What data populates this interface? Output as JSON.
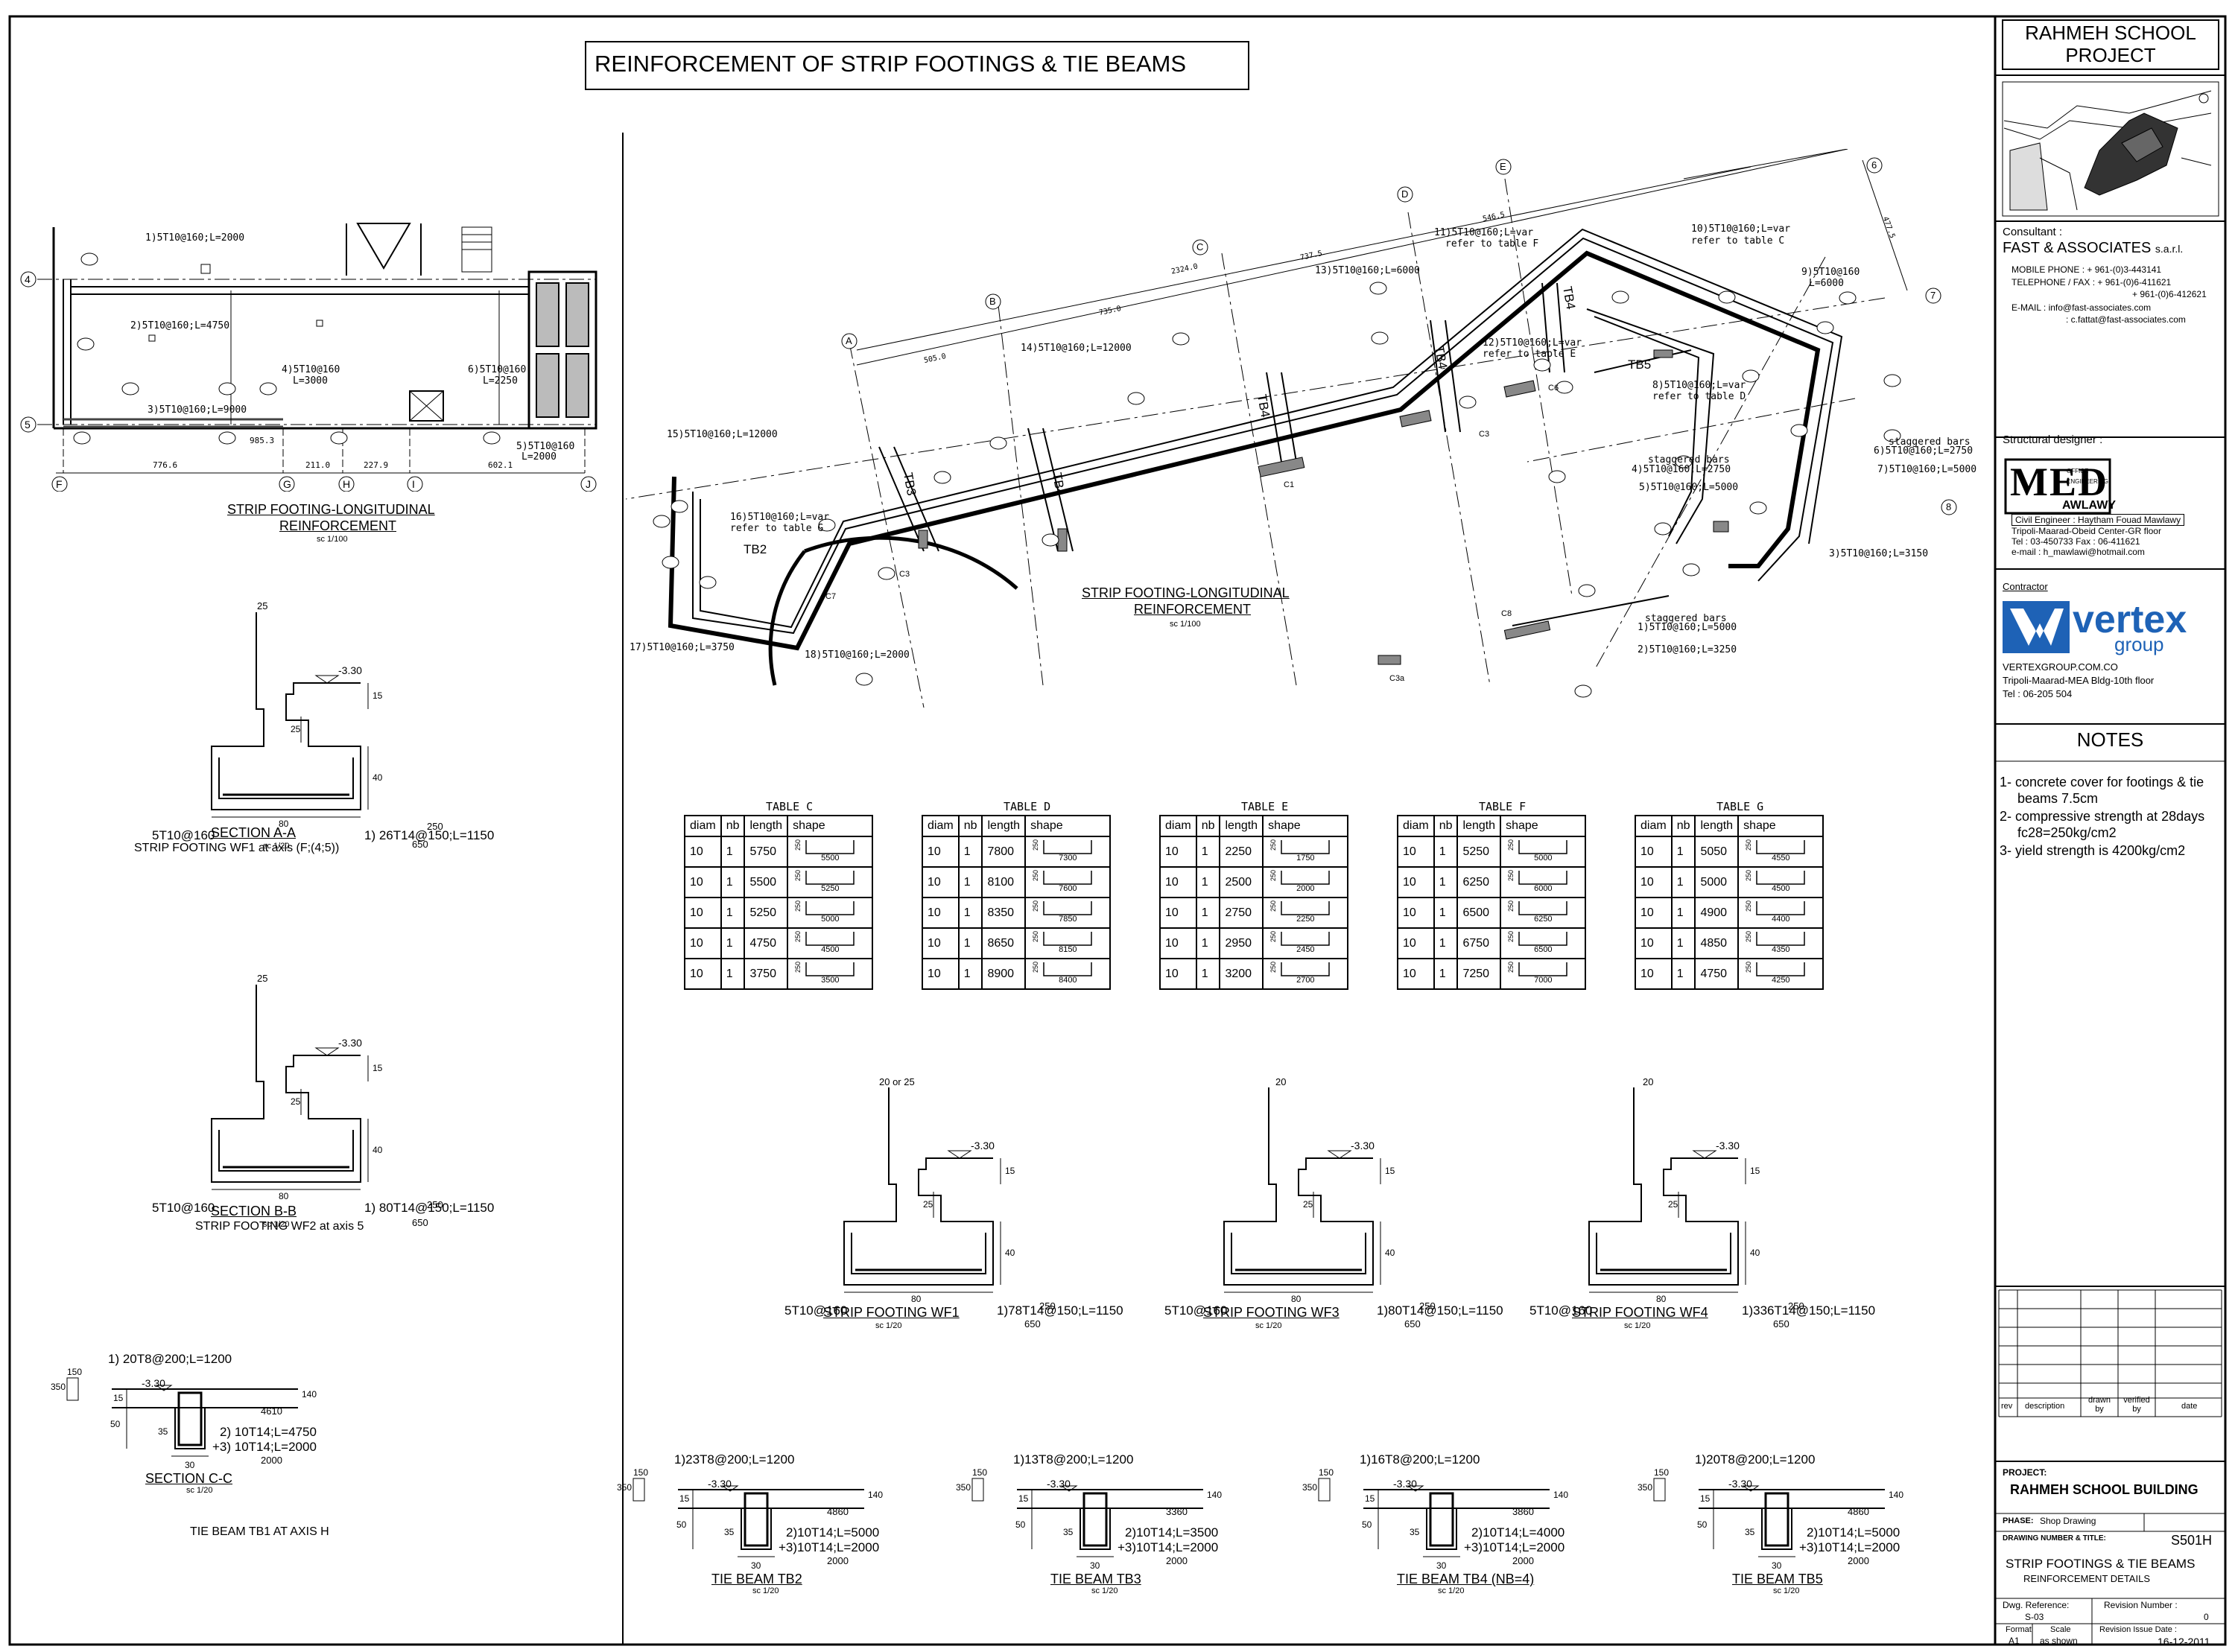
{
  "title": "REINFORCEMENT OF STRIP FOOTINGS & TIE BEAMS",
  "title_block": {
    "project_name": "RAHMEH SCHOOL PROJECT",
    "consultant_label": "Consultant :",
    "consultant_name": "FAST & ASSOCIATES",
    "consultant_suffix": "s.a.r.l.",
    "mobile": "MOBILE PHONE :     + 961-(0)3-443141",
    "telephone": "TELEPHONE / FAX :  + 961-(0)6-411621",
    "telephone2": "+ 961-(0)6-412621",
    "email": "E-MAIL    : info@fast-associates.com",
    "email2": ": c.fattat@fast-associates.com",
    "structural_label": "Structural designer :",
    "med_logo": "MED",
    "med_sub1": "OFFICE",
    "med_sub2": "ENGINEERING",
    "med_sub3": "AWLAWY",
    "engineer": "Civil Engineer : Haytham Fouad Mawlawy",
    "engineer_addr": "Tripoli-Maarad-Obeid Center-GR floor",
    "engineer_tel": "Tel : 03-450733    Fax : 06-411621",
    "engineer_email": "e-mail : h_mawlawi@hotmail.com",
    "contractor_label": "Contractor",
    "contractor_logo": "vertex",
    "contractor_logo2": "group",
    "contractor_web": "VERTEXGROUP.COM.CO",
    "contractor_addr": "Tripoli-Maarad-MEA Bldg-10th floor",
    "contractor_tel": "Tel : 06-205 504",
    "notes_title": "NOTES",
    "notes": [
      "1- concrete cover for footings & tie",
      "beams 7.5cm",
      "2- compressive strength at 28days",
      "fc28=250kg/cm2",
      "3- yield strength is 4200kg/cm2"
    ],
    "rev_headers": [
      "rev",
      "description",
      "drawn by",
      "verified by",
      "date"
    ],
    "project_label": "PROJECT:",
    "project_value": "RAHMEH SCHOOL BUILDING",
    "phase_label": "PHASE:",
    "phase_value": "Shop Drawing",
    "dwg_label": "DRAWING NUMBER & TITLE:",
    "dwg_number": "S501H",
    "dwg_title": "STRIP FOOTINGS & TIE BEAMS",
    "dwg_subtitle": "REINFORCEMENT DETAILS",
    "dwg_ref_label": "Dwg. Reference:",
    "dwg_ref": "S-03",
    "rev_no_label": "Revision Number :",
    "rev_no": "0",
    "format_label": "Format",
    "format": "A1",
    "scale_label": "Scale",
    "scale": "as shown",
    "issue_label": "Revision Issue Date :",
    "issue_date": "16-12-2011"
  },
  "plans": {
    "left_title": "STRIP FOOTING-LONGITUDINAL",
    "left_title2": "REINFORCEMENT",
    "left_scale": "sc 1/100",
    "left_labels": [
      "1)5T10@160;L=2000",
      "2)5T10@160;L=4750",
      "3)5T10@160;L=9000",
      "4)5T10@160",
      "L=3000",
      "6)5T10@160",
      "L=2250",
      "5)5T10@160",
      "L=2000"
    ],
    "left_dims": [
      "776.6",
      "211.0",
      "227.9",
      "602.1",
      "985.3"
    ],
    "left_axes": [
      "F",
      "G",
      "H",
      "I",
      "J",
      "4",
      "5"
    ],
    "right_title": "STRIP FOOTING-LONGITUDINAL",
    "right_title2": "REINFORCEMENT",
    "right_scale": "sc 1/100",
    "right_labels": [
      "10)5T10@160;L=var",
      "refer to table C",
      "11)5T10@160;L=var",
      "refer to table F",
      "13)5T10@160;L=6000",
      "9)5T10@160",
      "L=6000",
      "12)5T10@160;L=var",
      "refer to table E",
      "14)5T10@160;L=12000",
      "8)5T10@160;L=var",
      "refer to table D",
      "15)5T10@160;L=12000",
      "16)5T10@160;L=var",
      "refer to table G",
      "staggered bars",
      "4)5T10@160;L=2750",
      "5)5T10@160;L=5000",
      "6)5T10@160;L=2750",
      "7)5T10@160;L=5000",
      "3)5T10@160;L=3150",
      "1)5T10@160;L=5000",
      "2)5T10@160;L=3250",
      "17)5T10@160;L=3750",
      "18)5T10@160;L=2000"
    ],
    "right_beams": [
      "TB2",
      "TB3",
      "TB4",
      "TB4",
      "TB4",
      "TB5",
      "TB4"
    ],
    "right_cols": [
      "C1",
      "C3",
      "C3",
      "C6",
      "C7",
      "C8",
      "C3a"
    ],
    "right_axes": [
      "A",
      "B",
      "C",
      "D",
      "E",
      "6",
      "7",
      "8"
    ],
    "right_dims": [
      "505.0",
      "735.0",
      "2324.0",
      "737.5",
      "546.5",
      "477.5"
    ]
  },
  "tables": [
    {
      "caption": "TABLE C",
      "rows": [
        [
          "10",
          "1",
          "5750",
          "5500"
        ],
        [
          "10",
          "1",
          "5500",
          "5250"
        ],
        [
          "10",
          "1",
          "5250",
          "5000"
        ],
        [
          "10",
          "1",
          "4750",
          "4500"
        ],
        [
          "10",
          "1",
          "3750",
          "3500"
        ]
      ]
    },
    {
      "caption": "TABLE D",
      "rows": [
        [
          "10",
          "1",
          "7800",
          "7300"
        ],
        [
          "10",
          "1",
          "8100",
          "7600"
        ],
        [
          "10",
          "1",
          "8350",
          "7850"
        ],
        [
          "10",
          "1",
          "8650",
          "8150"
        ],
        [
          "10",
          "1",
          "8900",
          "8400"
        ]
      ]
    },
    {
      "caption": "TABLE E",
      "rows": [
        [
          "10",
          "1",
          "2250",
          "1750"
        ],
        [
          "10",
          "1",
          "2500",
          "2000"
        ],
        [
          "10",
          "1",
          "2750",
          "2250"
        ],
        [
          "10",
          "1",
          "2950",
          "2450"
        ],
        [
          "10",
          "1",
          "3200",
          "2700"
        ]
      ]
    },
    {
      "caption": "TABLE F",
      "rows": [
        [
          "10",
          "1",
          "5250",
          "5000"
        ],
        [
          "10",
          "1",
          "6250",
          "6000"
        ],
        [
          "10",
          "1",
          "6500",
          "6250"
        ],
        [
          "10",
          "1",
          "6750",
          "6500"
        ],
        [
          "10",
          "1",
          "7250",
          "7000"
        ]
      ]
    },
    {
      "caption": "TABLE G",
      "rows": [
        [
          "10",
          "1",
          "5050",
          "4550"
        ],
        [
          "10",
          "1",
          "5000",
          "4500"
        ],
        [
          "10",
          "1",
          "4900",
          "4400"
        ],
        [
          "10",
          "1",
          "4850",
          "4350"
        ],
        [
          "10",
          "1",
          "4750",
          "4250"
        ]
      ]
    }
  ],
  "table_headers": [
    "diam",
    "nb",
    "length",
    "shape"
  ],
  "shape_label": "250",
  "sections": {
    "aa_title": "SECTION A-A",
    "aa_sub": "STRIP FOOTING WF1 at axis (F;(4;5))",
    "aa_scale": "sc 1/20",
    "aa_left": "5T10@160",
    "aa_right": "1)  26T14@150;L=1150",
    "bb_title": "SECTION B-B",
    "bb_sub": "STRIP FOOTING WF2 at axis 5",
    "bb_scale": "sc 1/20",
    "bb_left": "5T10@160",
    "bb_right": "1)  80T14@150;L=1150",
    "cc_title": "SECTION C-C",
    "cc_sub": "TIE BEAM TB1 AT AXIS H",
    "cc_scale": "sc 1/20",
    "cc_l1": "1)  20T8@200;L=1200",
    "cc_l2": "2)  10T14;L=4750",
    "cc_l3": "+3)  10T14;L=2000",
    "cc_d1": "4610",
    "cc_d2": "2000",
    "wf1_title": "STRIP FOOTING WF1",
    "wf1_scale": "sc 1/20",
    "wf1_left": "5T10@160",
    "wf1_right": "1)78T14@150;L=1150",
    "wf3_title": "STRIP FOOTING WF3",
    "wf3_scale": "sc 1/20",
    "wf3_left": "5T10@160",
    "wf3_right": "1)80T14@150;L=1150",
    "wf4_title": "STRIP FOOTING WF4",
    "wf4_scale": "sc 1/20",
    "wf4_left": "5T10@160",
    "wf4_right": "1)336T14@150;L=1150",
    "level": "-3.30",
    "dim_650": "650",
    "dim_250": "250",
    "dim_80": "80",
    "dim_40": "40",
    "dim_25": "25",
    "dim_15": "15",
    "dim_20": "20",
    "dim_20or25": "20  or  25",
    "dim_30": "30",
    "dim_35": "35",
    "dim_50": "50",
    "dim_140": "140",
    "dim_150": "150",
    "dim_350": "350"
  },
  "tie_beams": [
    {
      "title": "TIE BEAM TB2",
      "scale": "sc 1/20",
      "l1": "1)23T8@200;L=1200",
      "l2": "2)10T14;L=5000",
      "l3": "+3)10T14;L=2000",
      "d1": "4860",
      "d2": "2000"
    },
    {
      "title": "TIE BEAM TB3",
      "scale": "sc 1/20",
      "l1": "1)13T8@200;L=1200",
      "l2": "2)10T14;L=3500",
      "l3": "+3)10T14;L=2000",
      "d1": "3360",
      "d2": "2000"
    },
    {
      "title": "TIE BEAM TB4 (NB=4)",
      "scale": "sc 1/20",
      "l1": "1)16T8@200;L=1200",
      "l2": "2)10T14;L=4000",
      "l3": "+3)10T14;L=2000",
      "d1": "3860",
      "d2": "2000"
    },
    {
      "title": "TIE BEAM TB5",
      "scale": "sc 1/20",
      "l1": "1)20T8@200;L=1200",
      "l2": "2)10T14;L=5000",
      "l3": "+3)10T14;L=2000",
      "d1": "4860",
      "d2": "2000"
    }
  ]
}
